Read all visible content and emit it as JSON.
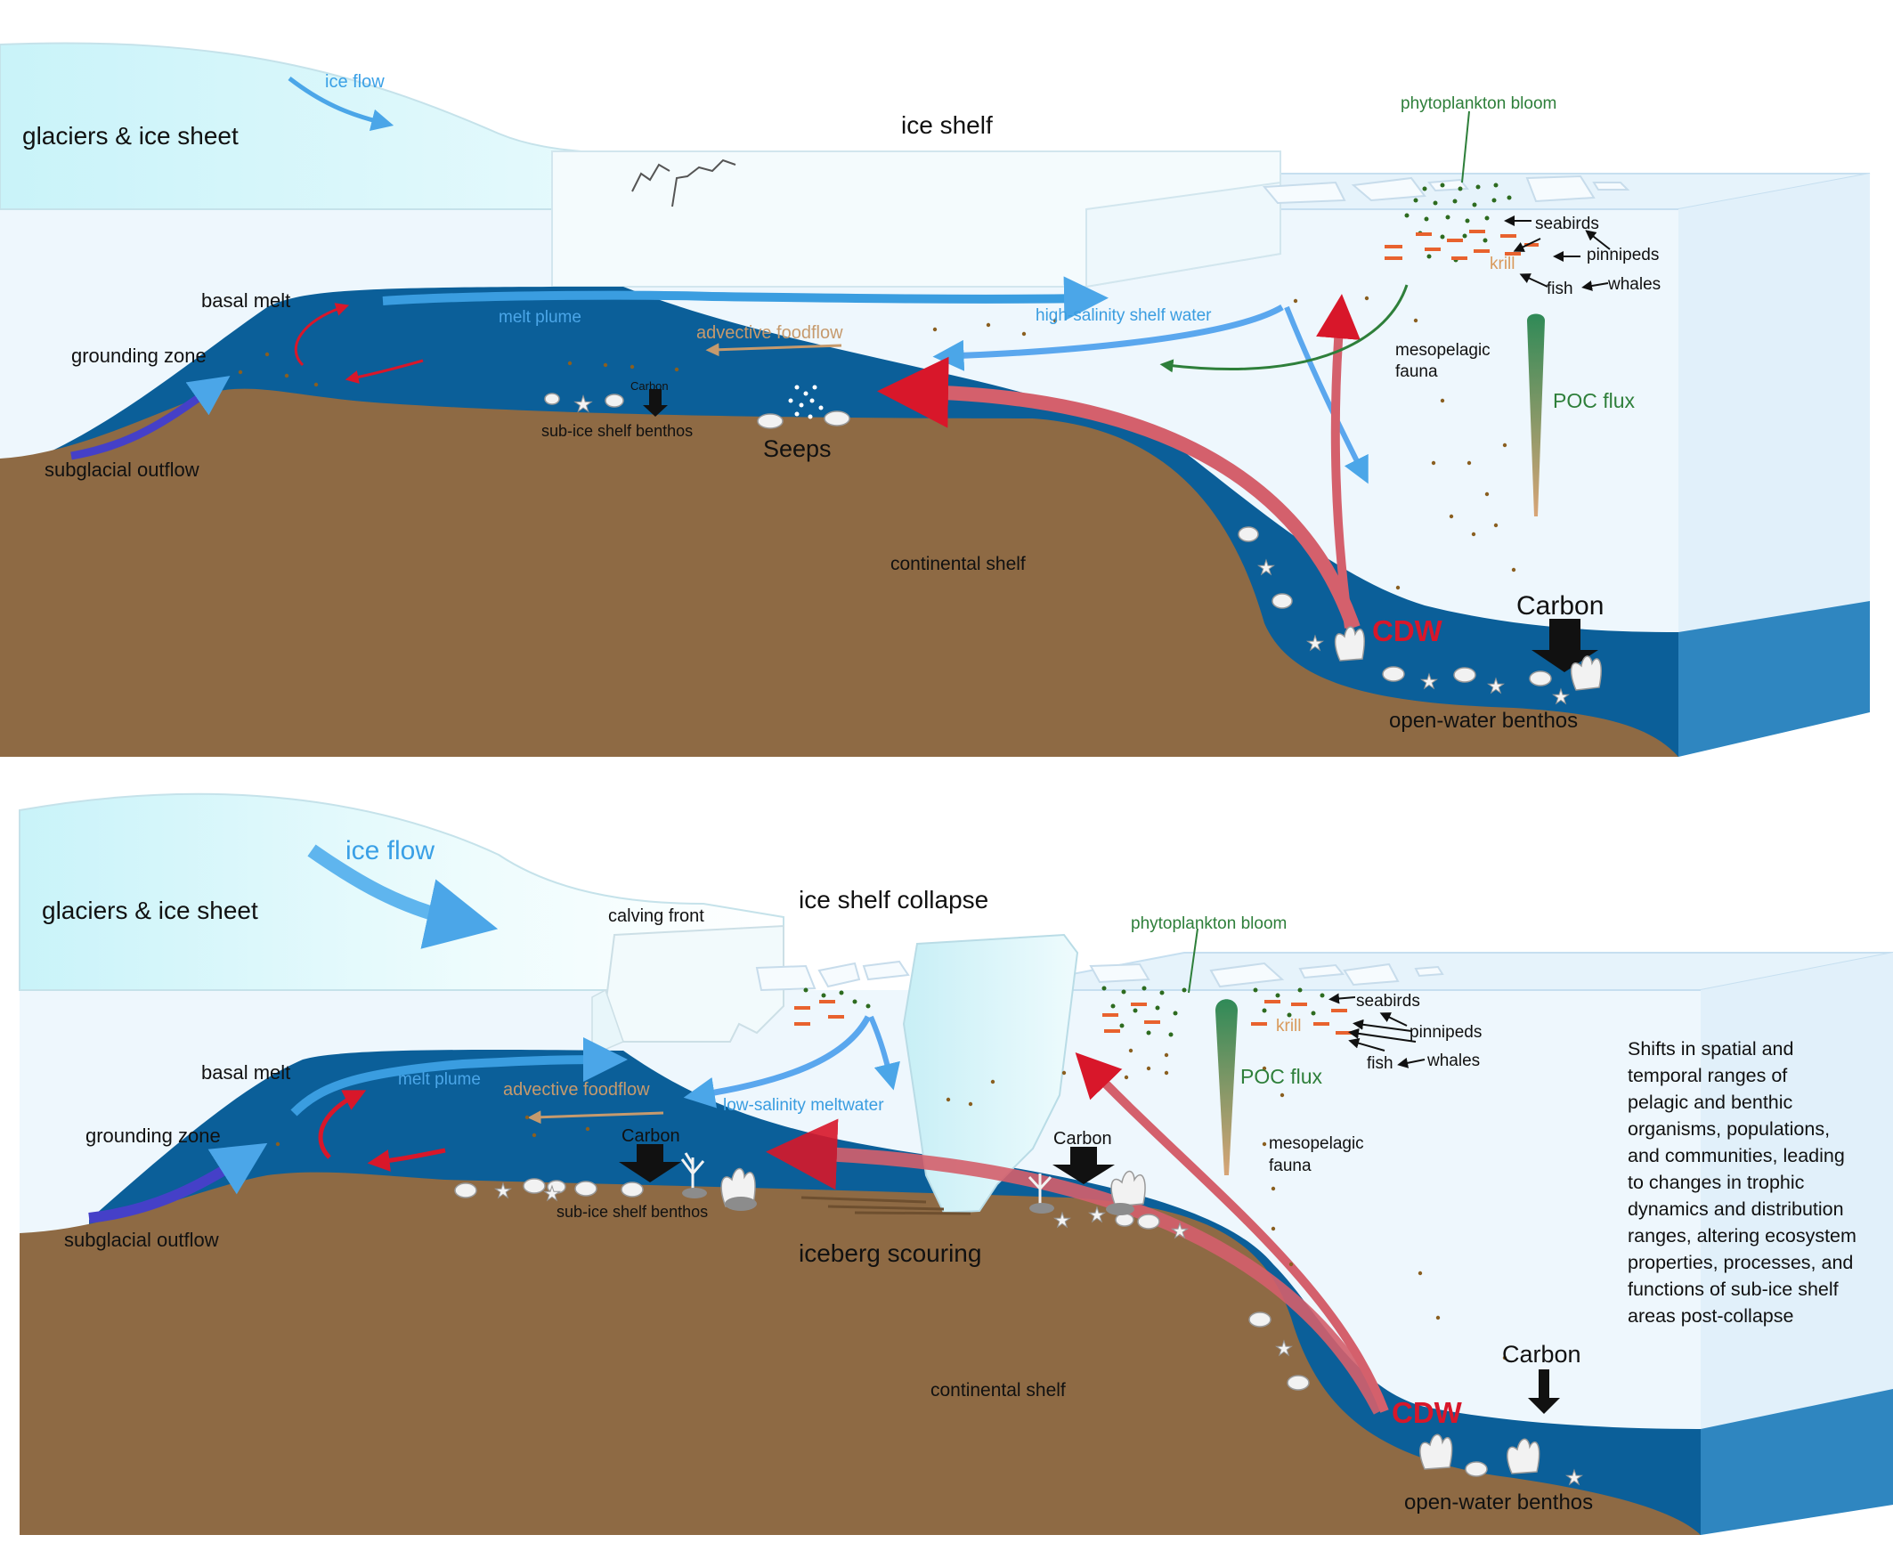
{
  "colors": {
    "sediment": "#8e6a44",
    "water_deep": "#0b5f99",
    "water_light": "#eef7fd",
    "ice": "#e3fafd",
    "red_flow": "#d4606c",
    "blue_flow": "#4ba6e8",
    "green_text": "#2e7f3a",
    "krill": "#e8622e",
    "cdw": "#d8172a",
    "foodflow": "#c69a6d"
  },
  "top_panel": {
    "ice_flow": "ice flow",
    "glaciers": "glaciers & ice sheet",
    "ice_shelf": "ice shelf",
    "basal_melt": "basal melt",
    "grounding_zone": "grounding zone",
    "subglacial_outflow": "subglacial outflow",
    "melt_plume": "melt plume",
    "advective_foodflow": "advective foodflow",
    "high_salinity": "high-salinity shelf water",
    "sub_ice_benthos": "sub-ice shelf benthos",
    "carbon_small": "Carbon",
    "seeps": "Seeps",
    "continental_shelf": "continental shelf",
    "phytoplankton_bloom": "phytoplankton bloom",
    "seabirds": "seabirds",
    "krill": "krill",
    "pinnipeds": "pinnipeds",
    "fish": "fish",
    "whales": "whales",
    "mesopelagic": "mesopelagic",
    "fauna": "fauna",
    "poc_flux": "POC flux",
    "cdw": "CDW",
    "carbon_big": "Carbon",
    "open_water_benthos": "open-water benthos"
  },
  "bottom_panel": {
    "ice_flow": "ice flow",
    "glaciers": "glaciers & ice sheet",
    "calving_front": "calving front",
    "ice_shelf_collapse": "ice shelf collapse",
    "basal_melt": "basal melt",
    "grounding_zone": "grounding zone",
    "subglacial_outflow": "subglacial outflow",
    "melt_plume": "melt plume",
    "advective_foodflow": "advective foodflow",
    "low_salinity": "low-salinity meltwater",
    "carbon_left": "Carbon",
    "carbon_mid": "Carbon",
    "sub_ice_benthos": "sub-ice shelf benthos",
    "iceberg_scouring": "iceberg scouring",
    "continental_shelf": "continental shelf",
    "phytoplankton_bloom": "phytoplankton bloom",
    "seabirds": "seabirds",
    "krill": "krill",
    "pinnipeds": "pinnipeds",
    "fish": "fish",
    "whales": "whales",
    "poc_flux": "POC flux",
    "mesopelagic": "mesopelagic",
    "fauna": "fauna",
    "cdw": "CDW",
    "carbon_right": "Carbon",
    "open_water_benthos": "open-water benthos",
    "shifts_lines": [
      "Shifts in spatial and",
      "temporal ranges of",
      "pelagic and benthic",
      "organisms, populations,",
      "and communities, leading",
      "to changes in trophic",
      "dynamics and distribution",
      "ranges, altering ecosystem",
      "properties, processes, and",
      "functions of sub-ice shelf",
      "areas post-collapse"
    ]
  }
}
